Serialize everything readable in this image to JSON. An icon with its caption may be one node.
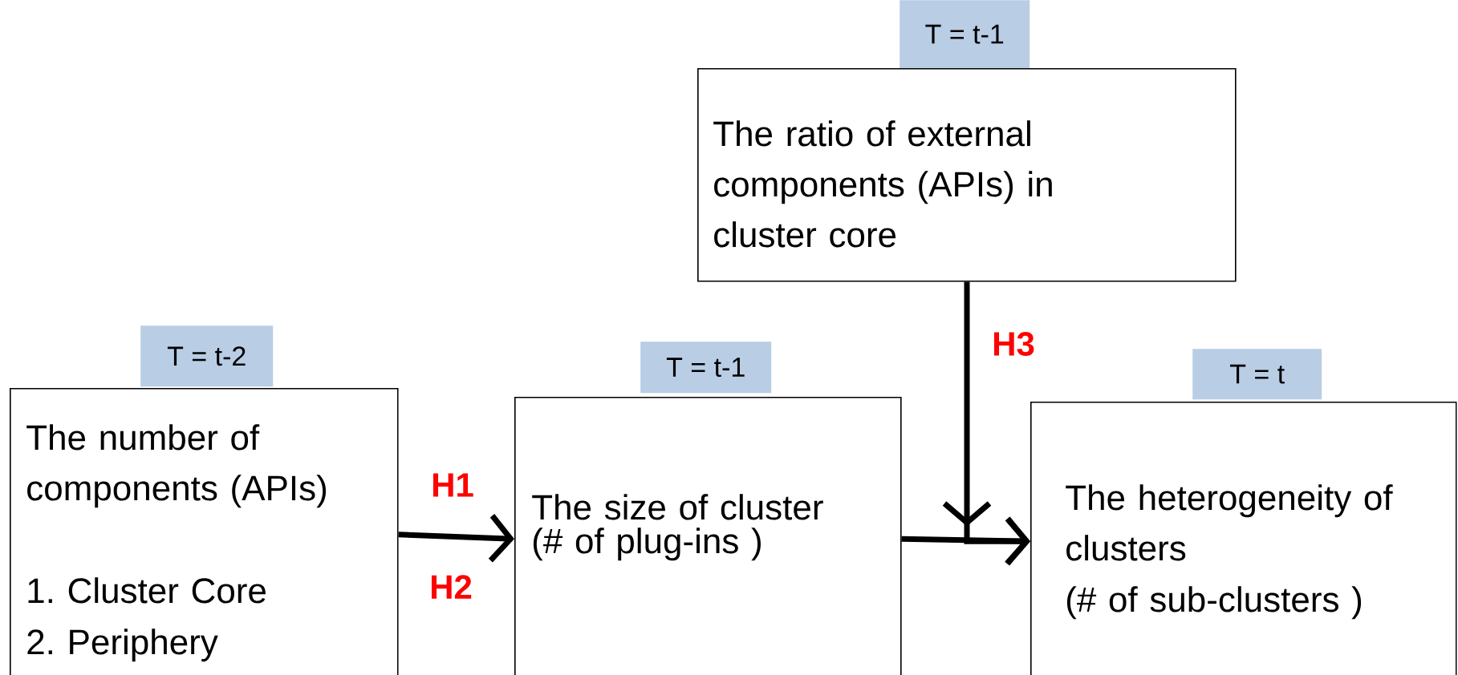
{
  "diagram": {
    "nodes": [
      {
        "text": [
          "T = t-1"
        ]
      },
      {
        "text": [
          "The ratio of external components (APIs) in cluster core"
        ]
      },
      {
        "text": [
          "T = t-2"
        ]
      },
      {
        "text": [
          "The number of components (APIs)",
          "1. Cluster Core",
          "2. Periphery"
        ]
      },
      {
        "text": [
          "T = t-1"
        ]
      },
      {
        "text": [
          "The size of cluster",
          "(# of plug-ins )"
        ]
      },
      {
        "text": [
          "T = t"
        ]
      },
      {
        "text": [
          "The heterogeneity of clusters",
          "(# of sub-clusters )"
        ]
      }
    ],
    "edges": [
      {
        "from": 3,
        "to": 5,
        "arrow": "to",
        "label": "H1"
      },
      {
        "from": 5,
        "to": 7,
        "arrow": "to"
      },
      {
        "from": 1,
        "to": 7,
        "arrow": "to",
        "label": "H3"
      }
    ],
    "labels": [
      "H2"
    ]
  }
}
